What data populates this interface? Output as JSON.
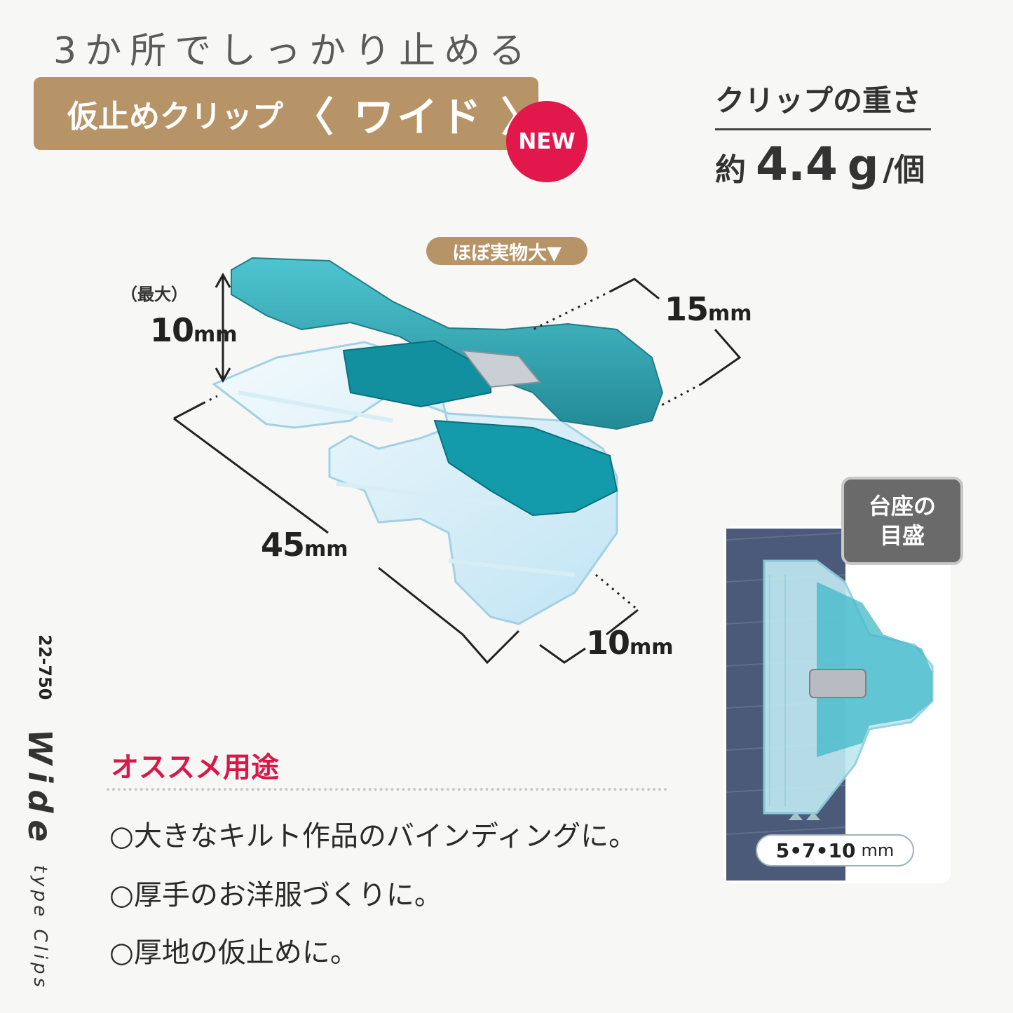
{
  "headline": "3か所でしっかり止める",
  "product": {
    "name": "仮止めクリップ",
    "variant": "〈 ワイド 〉",
    "badge": "NEW"
  },
  "weight": {
    "title": "クリップの重さ",
    "prefix": "約",
    "value": "4.4",
    "unit": "g",
    "per": "/個"
  },
  "size_tag": "ほぼ実物大▼",
  "dimensions": {
    "height_note": "（最大）",
    "height_value": "10",
    "height_unit": "mm",
    "depth_value": "15",
    "depth_unit": "mm",
    "length_value": "45",
    "length_unit": "mm",
    "width_value": "10",
    "width_unit": "mm"
  },
  "model": {
    "code": "22-750",
    "name_big": "Wide",
    "name_small": "type Clips"
  },
  "uses": {
    "title": "オススメ用途",
    "items": [
      "○大きなキルト作品のバインディングに。",
      "○厚手のお洋服づくりに。",
      "○厚地の仮止めに。"
    ]
  },
  "scale": {
    "tag_line1": "台座の",
    "tag_line2": "目盛",
    "values": "5•7•10",
    "unit": "mm"
  },
  "colors": {
    "accent_gold": "#b79467",
    "badge_red": "#e2184c",
    "clip_teal": "#1a98a8",
    "use_title_red": "#d7194a"
  }
}
